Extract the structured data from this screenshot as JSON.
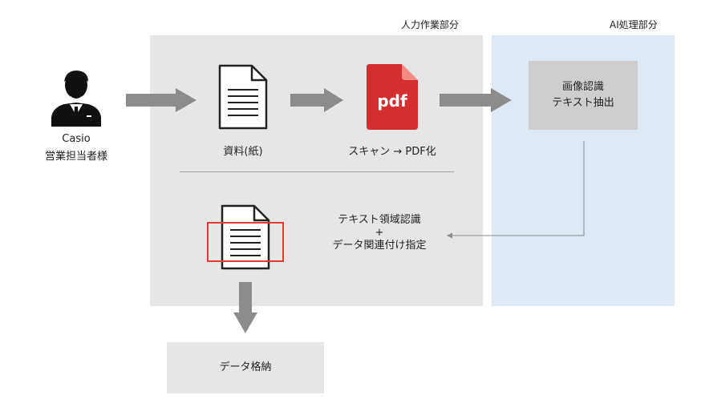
{
  "zones": {
    "manual_label": "人力作業部分",
    "ai_label": "AI処理部分"
  },
  "actor": {
    "name_line1": "Casio",
    "name_line2": "営業担当者様"
  },
  "step_paper": {
    "label": "資料(紙)"
  },
  "step_scan": {
    "icon_text": "pdf",
    "label": "スキャン → PDF化"
  },
  "ai_box": {
    "line1": "画像認識",
    "line2": "テキスト抽出"
  },
  "step_region": {
    "line1": "テキスト領域認識",
    "line2": "+",
    "line3": "データ関連付け指定"
  },
  "store_box": {
    "label": "データ格納"
  },
  "colors": {
    "manual_zone": "#e6e6e6",
    "ai_zone": "#dde9f5",
    "arrow_gray": "#8c8c8c",
    "ai_box": "#cfcdcd",
    "store_box": "#e6e6e6",
    "pdf_red": "#d32f2f",
    "highlight_red": "#e53935"
  }
}
